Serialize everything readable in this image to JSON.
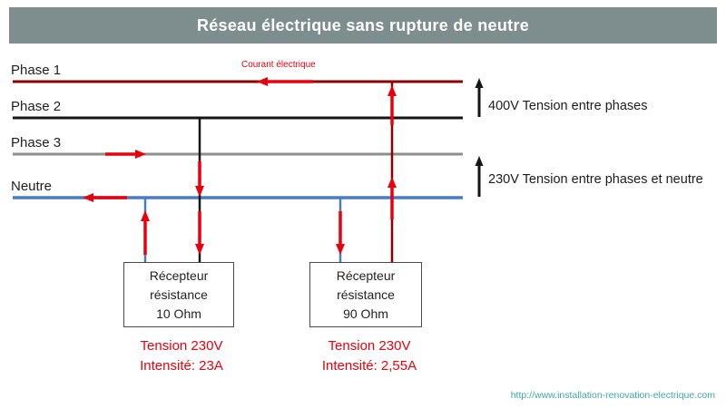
{
  "title": "Réseau électrique sans rupture de neutre",
  "bus": {
    "phase1": {
      "label": "Phase 1",
      "color": "#8b0000"
    },
    "phase2": {
      "label": "Phase 2",
      "color": "#151515"
    },
    "phase3": {
      "label": "Phase 3",
      "color": "#8f8f8f"
    },
    "neutre": {
      "label": "Neutre",
      "color": "#4a7dbe"
    }
  },
  "annotations": {
    "current_label": "Courant électrique",
    "voltage_between_phases": "400V Tension entre phases",
    "voltage_phase_neutral": "230V Tension entre phases et neutre"
  },
  "receivers": [
    {
      "title": "Récepteur",
      "subtitle": "résistance",
      "value": "10 Ohm",
      "tension": "Tension 230V",
      "intensite": "Intensité: 23A"
    },
    {
      "title": "Récepteur",
      "subtitle": "résistance",
      "value": "90 Ohm",
      "tension": "Tension 230V",
      "intensite": "Intensité: 2,55A"
    }
  ],
  "footer": {
    "url": "http://www.installation-renovation-electrique.com"
  },
  "colors": {
    "title-bg": "#7e8e8e",
    "arrow-red": "#e8000d",
    "link": "#3fa8a8",
    "text": "#222222"
  }
}
